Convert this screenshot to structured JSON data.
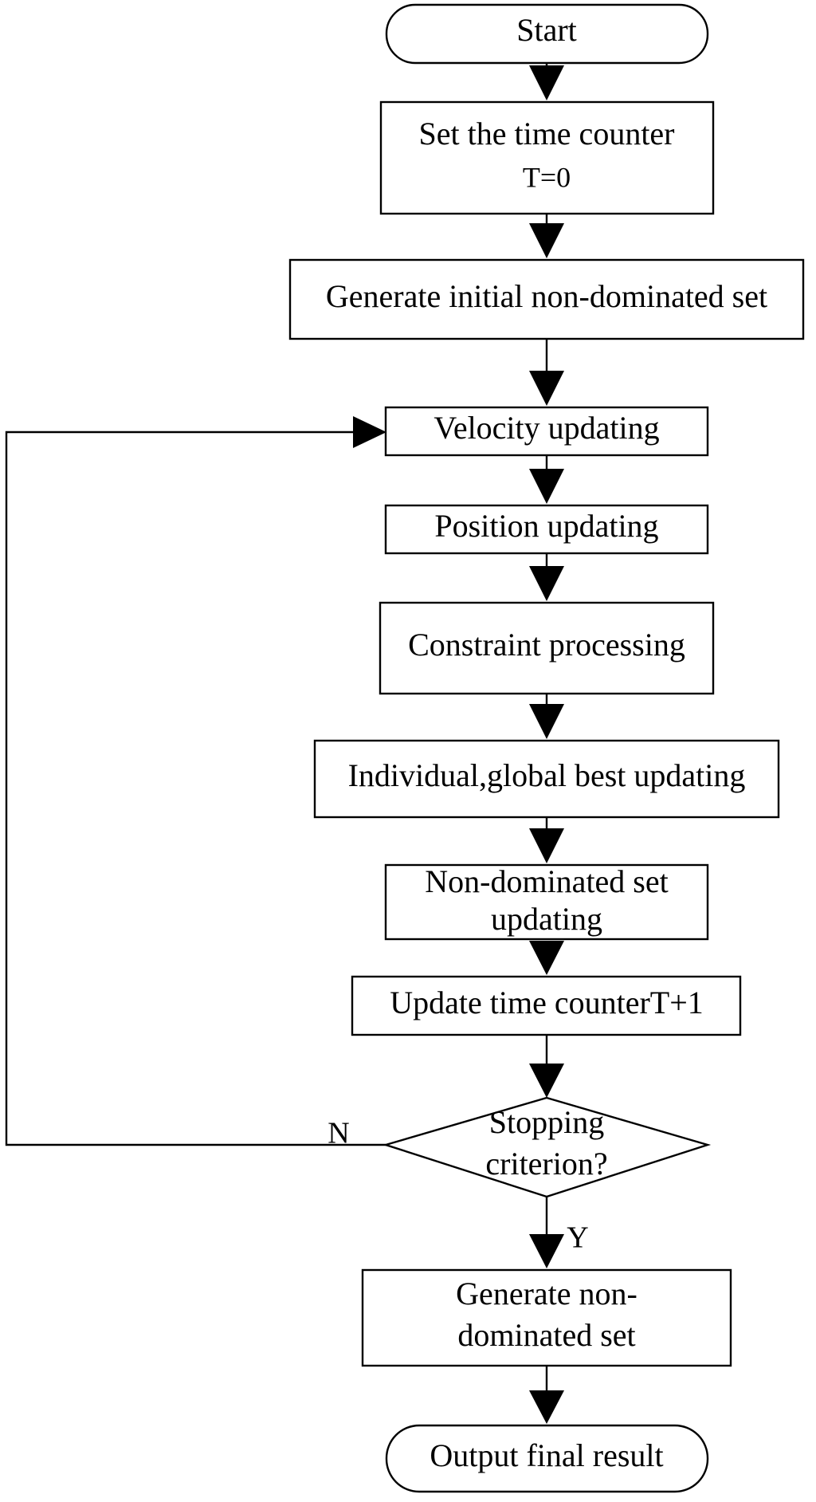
{
  "flowchart": {
    "start": "Start",
    "set_counter_line1": "Set the time counter",
    "set_counter_line2": "T=0",
    "generate_initial": "Generate initial non-dominated set",
    "velocity": "Velocity updating",
    "position": "Position updating",
    "constraint": "Constraint processing",
    "individual_global": "Individual,global best updating",
    "nondominated_line1": "Non-dominated set",
    "nondominated_line2": "updating",
    "update_counter": "Update time counterT+1",
    "stopping_line1": "Stopping",
    "stopping_line2": "criterion?",
    "branch_no": "N",
    "branch_yes": "Y",
    "generate_final_line1": "Generate non-",
    "generate_final_line2": "dominated set",
    "output": "Output final result"
  }
}
